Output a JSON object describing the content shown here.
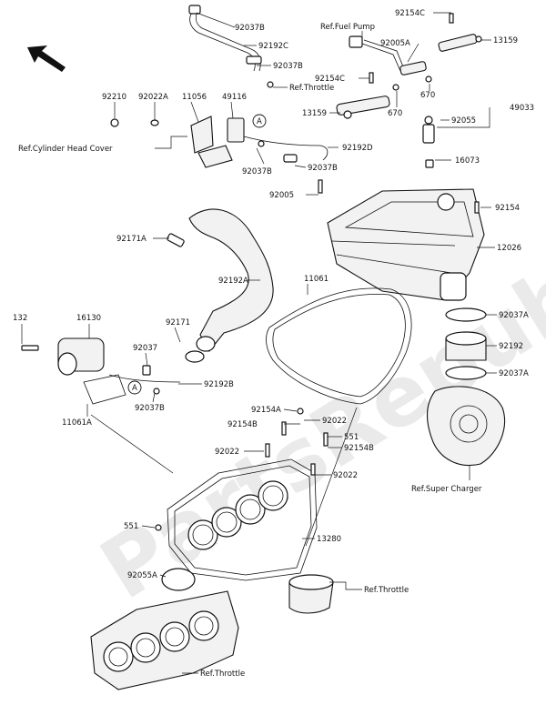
{
  "watermark": "PartsRepublik",
  "callouts": [
    {
      "id": "92037B-a",
      "text": "92037B"
    },
    {
      "id": "92192C",
      "text": "92192C"
    },
    {
      "id": "92037B-b",
      "text": "92037B"
    },
    {
      "id": "ref-throttle-top",
      "text": "Ref.Throttle"
    },
    {
      "id": "ref-fuel-pump",
      "text": "Ref.Fuel Pump"
    },
    {
      "id": "92154C-a",
      "text": "92154C"
    },
    {
      "id": "92005A",
      "text": "92005A"
    },
    {
      "id": "13159-a",
      "text": "13159"
    },
    {
      "id": "92154C-b",
      "text": "92154C"
    },
    {
      "id": "670-a",
      "text": "670"
    },
    {
      "id": "670-b",
      "text": "670"
    },
    {
      "id": "13159-b",
      "text": "13159"
    },
    {
      "id": "92210",
      "text": "92210"
    },
    {
      "id": "92022A",
      "text": "92022A"
    },
    {
      "id": "11056",
      "text": "11056"
    },
    {
      "id": "49116",
      "text": "49116"
    },
    {
      "id": "ref-cyl-head",
      "text": "Ref.Cylinder Head Cover"
    },
    {
      "id": "92055",
      "text": "92055"
    },
    {
      "id": "49033",
      "text": "49033"
    },
    {
      "id": "92192D",
      "text": "92192D"
    },
    {
      "id": "92037B-c",
      "text": "92037B"
    },
    {
      "id": "92037B-d",
      "text": "92037B"
    },
    {
      "id": "16073",
      "text": "16073"
    },
    {
      "id": "92005",
      "text": "92005"
    },
    {
      "id": "92154",
      "text": "92154"
    },
    {
      "id": "92171A",
      "text": "92171A"
    },
    {
      "id": "12026",
      "text": "12026"
    },
    {
      "id": "92192A",
      "text": "92192A"
    },
    {
      "id": "11061",
      "text": "11061"
    },
    {
      "id": "132",
      "text": "132"
    },
    {
      "id": "16130",
      "text": "16130"
    },
    {
      "id": "92171",
      "text": "92171"
    },
    {
      "id": "92037A-a",
      "text": "92037A"
    },
    {
      "id": "92192",
      "text": "92192"
    },
    {
      "id": "92037",
      "text": "92037"
    },
    {
      "id": "92037A-b",
      "text": "92037A"
    },
    {
      "id": "92192B",
      "text": "92192B"
    },
    {
      "id": "92037B-e",
      "text": "92037B"
    },
    {
      "id": "11061A",
      "text": "11061A"
    },
    {
      "id": "92154A",
      "text": "92154A"
    },
    {
      "id": "92154B-a",
      "text": "92154B"
    },
    {
      "id": "92022-a",
      "text": "92022"
    },
    {
      "id": "92022-b",
      "text": "92022"
    },
    {
      "id": "551-a",
      "text": "551"
    },
    {
      "id": "92154B-b",
      "text": "92154B"
    },
    {
      "id": "92022-c",
      "text": "92022"
    },
    {
      "id": "ref-super-charger",
      "text": "Ref.Super Charger"
    },
    {
      "id": "551-b",
      "text": "551"
    },
    {
      "id": "13280",
      "text": "13280"
    },
    {
      "id": "92055A",
      "text": "92055A"
    },
    {
      "id": "ref-throttle-mid",
      "text": "Ref.Throttle"
    },
    {
      "id": "ref-throttle-bot",
      "text": "Ref.Throttle"
    }
  ],
  "markers": [
    {
      "id": "marker-a-top",
      "text": "A"
    },
    {
      "id": "marker-a-left",
      "text": "A"
    }
  ]
}
